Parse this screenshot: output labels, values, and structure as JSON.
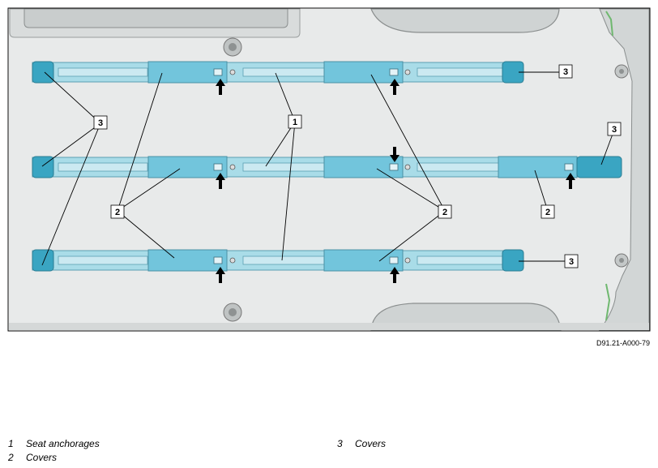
{
  "figure_id": "D91.21-A000-79",
  "callouts": {
    "seat_anchorages": "1",
    "covers_mid": "2",
    "covers_end": "3"
  },
  "legend": [
    {
      "num": "1",
      "label": "Seat anchorages"
    },
    {
      "num": "2",
      "label": "Covers"
    },
    {
      "num": "3",
      "label": "Covers"
    }
  ],
  "colors": {
    "floor": "#e8eaea",
    "rail": "#a9dce8",
    "cover": "#72c5dc",
    "end_cap": "#3aa5c2",
    "leader": "#000000"
  }
}
